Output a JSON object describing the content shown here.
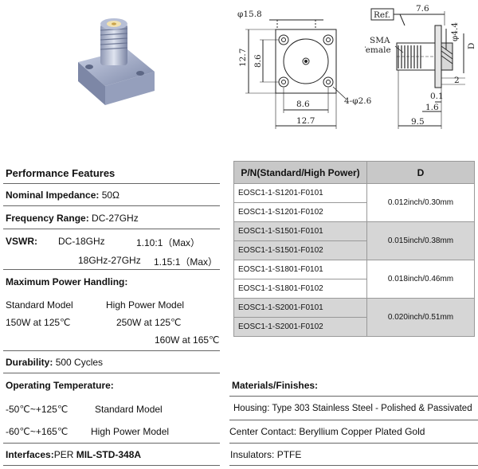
{
  "drawing": {
    "top_view": {
      "dim_diameter_outer": "φ15.8",
      "dim_height_left": "12.7",
      "dim_height_inner": "8.6",
      "dim_holes": "4-φ2.6",
      "dim_width_inner": "8.6",
      "dim_width_outer": "12.7"
    },
    "side_view": {
      "ref_label": "Ref.",
      "dim_top": "7.6",
      "dim_phi": "φ4.4",
      "label_d": "D",
      "connector_label_1": "SMA",
      "connector_label_2": "Female",
      "dim_2": "2",
      "dim_01": "0.1",
      "dim_16": "1.6",
      "dim_95": "9.5"
    }
  },
  "performance": {
    "title": "Performance Features",
    "impedance": {
      "label": "Nominal Impedance:",
      "value": "50Ω"
    },
    "frequency": {
      "label": "Frequency Range:",
      "value": "DC-27GHz"
    },
    "vswr": {
      "label": "VSWR:",
      "row1_range": "DC-18GHz",
      "row1_value": "1.10:1（Max）",
      "row2_range": "18GHz-27GHz",
      "row2_value": "1.15:1（Max）"
    },
    "power": {
      "label": "Maximum Power Handling:",
      "standard_label": "Standard Model",
      "high_label": "High Power Model",
      "standard_value": "150W at 125℃",
      "high_value_1": "250W at 125℃",
      "high_value_2": "160W at 165℃"
    },
    "durability": {
      "label": "Durability:",
      "value": "500 Cycles"
    },
    "temperature": {
      "label": "Operating Temperature:",
      "row1_range": "-50℃~+125℃",
      "row1_model": "Standard Model",
      "row2_range": "-60℃~+165℃",
      "row2_model": "High Power Model"
    },
    "interfaces": {
      "label": "Interfaces:",
      "prefix": "PER ",
      "value": "MIL-STD-348A"
    }
  },
  "table": {
    "header_pn": "P/N(Standard/High Power)",
    "header_d": "D",
    "groups": [
      {
        "pn1": "EOSC1-1-S1201-F0101",
        "pn2": "EOSC1-1-S1201-F0102",
        "d": "0.012inch/0.30mm"
      },
      {
        "pn1": "EOSC1-1-S1501-F0101",
        "pn2": "EOSC1-1-S1501-F0102",
        "d": "0.015inch/0.38mm"
      },
      {
        "pn1": "EOSC1-1-S1801-F0101",
        "pn2": "EOSC1-1-S1801-F0102",
        "d": "0.018inch/0.46mm"
      },
      {
        "pn1": "EOSC1-1-S2001-F0101",
        "pn2": "EOSC1-1-S2001-F0102",
        "d": "0.020inch/0.51mm"
      }
    ]
  },
  "materials": {
    "title": "Materials/Finishes:",
    "housing": "Housing: Type 303 Stainless Steel - Polished & Passivated",
    "contact": "Center Contact: Beryllium Copper Plated Gold",
    "insulators": "Insulators: PTFE"
  },
  "colors": {
    "table_header": "#c8c8c8",
    "table_shade": "#d6d6d6",
    "connector_body": "#9aa4c0"
  }
}
